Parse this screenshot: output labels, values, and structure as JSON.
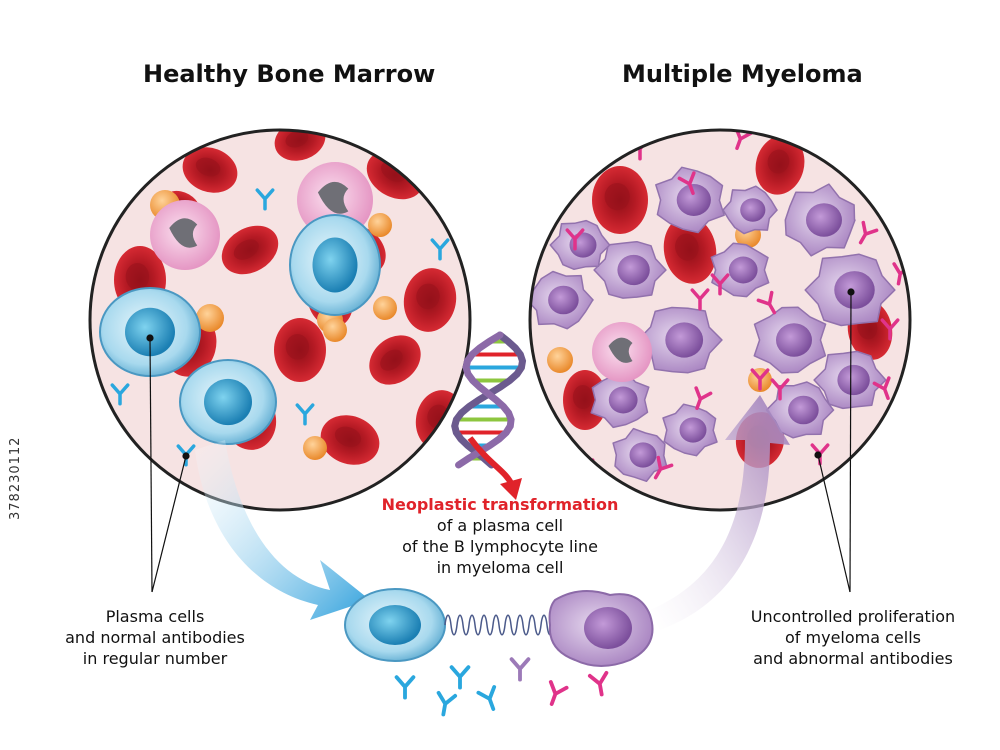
{
  "titles": {
    "left": "Healthy Bone Marrow",
    "right": "Multiple Myeloma"
  },
  "captions": {
    "left_line1": "Plasma cells",
    "left_line2": "and normal antibodies",
    "left_line3": "in regular number",
    "center_line1": "Neoplastic transformation",
    "center_line2": "of a plasma cell",
    "center_line3": "of the B lymphocyte line",
    "center_line4": "in myeloma cell",
    "right_line1": "Uncontrolled proliferation",
    "right_line2": "of myeloma cells",
    "right_line3": "and abnormal antibodies"
  },
  "watermark": "378230112",
  "colors": {
    "circle_bg": "#f6e3e3",
    "red_cell": "#c8202b",
    "plasma_cell": "#a9d8ec",
    "myeloma_cell": "#c7a8d8",
    "normal_antibody": "#2aa7de",
    "abnormal_antibody": "#e0338a",
    "transformation_text": "#e0232a",
    "arrow_blue": "#2ea0dc",
    "arrow_purple": "#9c7ab8"
  }
}
